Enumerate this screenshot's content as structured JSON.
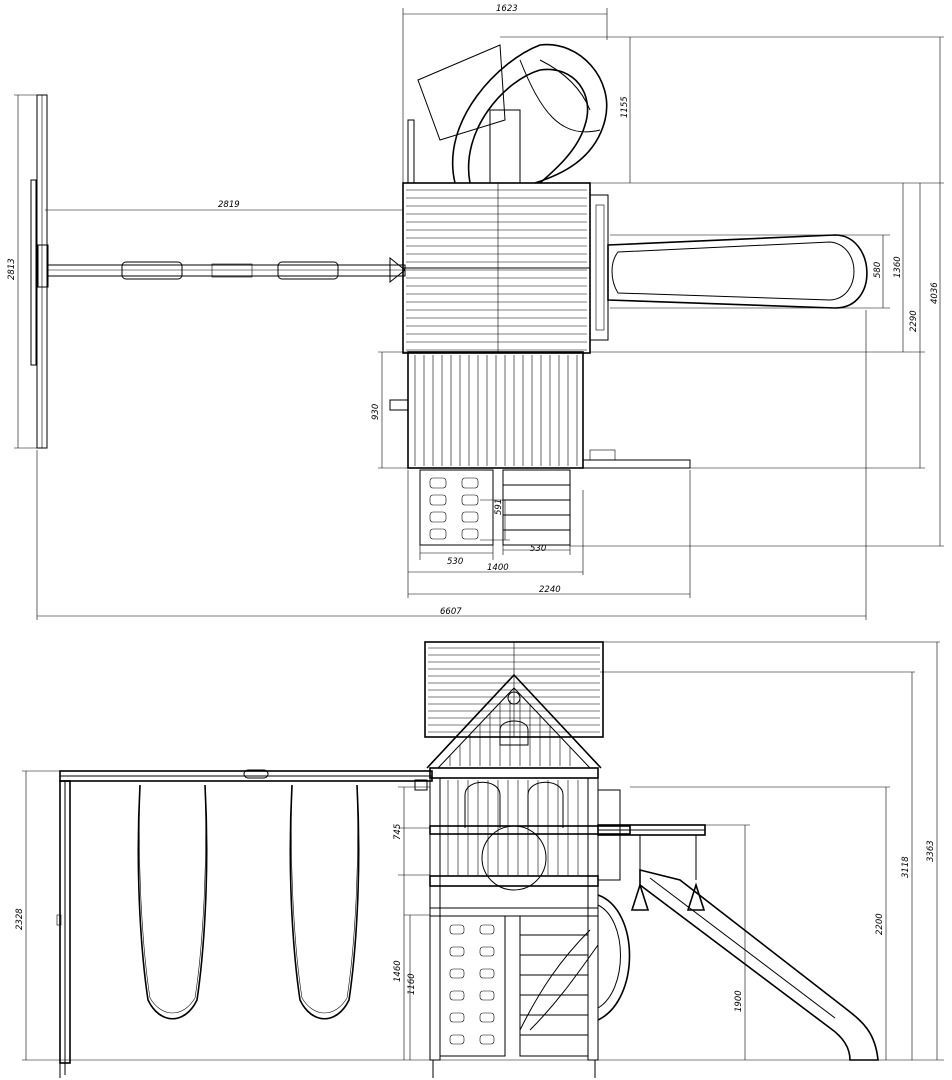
{
  "top_view": {
    "dimensions": {
      "top_width": "1623",
      "slide_height": "1155",
      "swing_beam": "2819",
      "swing_width": "2813",
      "slide_width": "580",
      "slide_outer": "1360",
      "deck_depth": "2290",
      "total_depth": "4036",
      "lower_deck": "930",
      "ladder_depth": "591",
      "wall_width": "530",
      "ladder_width": "530",
      "tower_width": "1400",
      "bar_width": "2240",
      "total_width": "6607"
    }
  },
  "front_view": {
    "dimensions": {
      "swing_height": "2328",
      "deck_to_bar": "745",
      "wall_height": "1460",
      "wall_lower": "1160",
      "slide_start": "1900",
      "bar_height": "2200",
      "roof_height": "3118",
      "total_height": "3363"
    }
  }
}
